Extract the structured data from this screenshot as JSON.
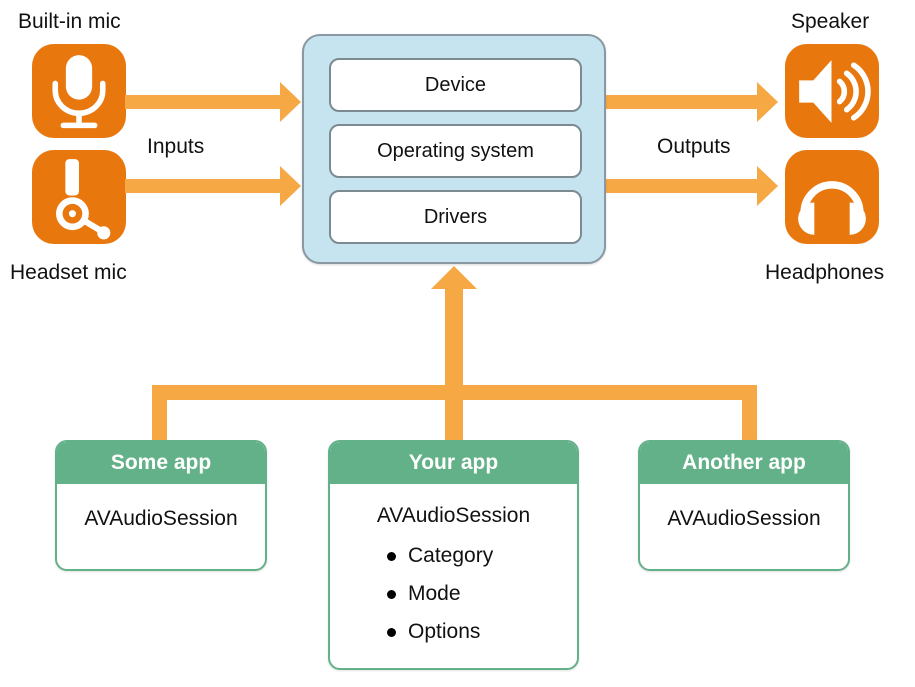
{
  "labels": {
    "built_in_mic": "Built-in mic",
    "headset_mic": "Headset mic",
    "inputs": "Inputs",
    "outputs": "Outputs",
    "speaker": "Speaker",
    "headphones": "Headphones"
  },
  "system_box": {
    "layers": [
      "Device",
      "Operating system",
      "Drivers"
    ]
  },
  "apps": [
    {
      "title": "Some app",
      "class_name": "AVAudioSession",
      "bullets": []
    },
    {
      "title": "Your app",
      "class_name": "AVAudioSession",
      "bullets": [
        "Category",
        "Mode",
        "Options"
      ]
    },
    {
      "title": "Another app",
      "class_name": "AVAudioSession",
      "bullets": []
    }
  ],
  "colors": {
    "icon_orange": "#E8770E",
    "arrow_orange": "#F5A843",
    "panel_blue": "#C6E4EF",
    "panel_border": "#8A98A3",
    "layer_border": "#7C8A92",
    "app_green": "#63B189",
    "text": "#111111"
  }
}
